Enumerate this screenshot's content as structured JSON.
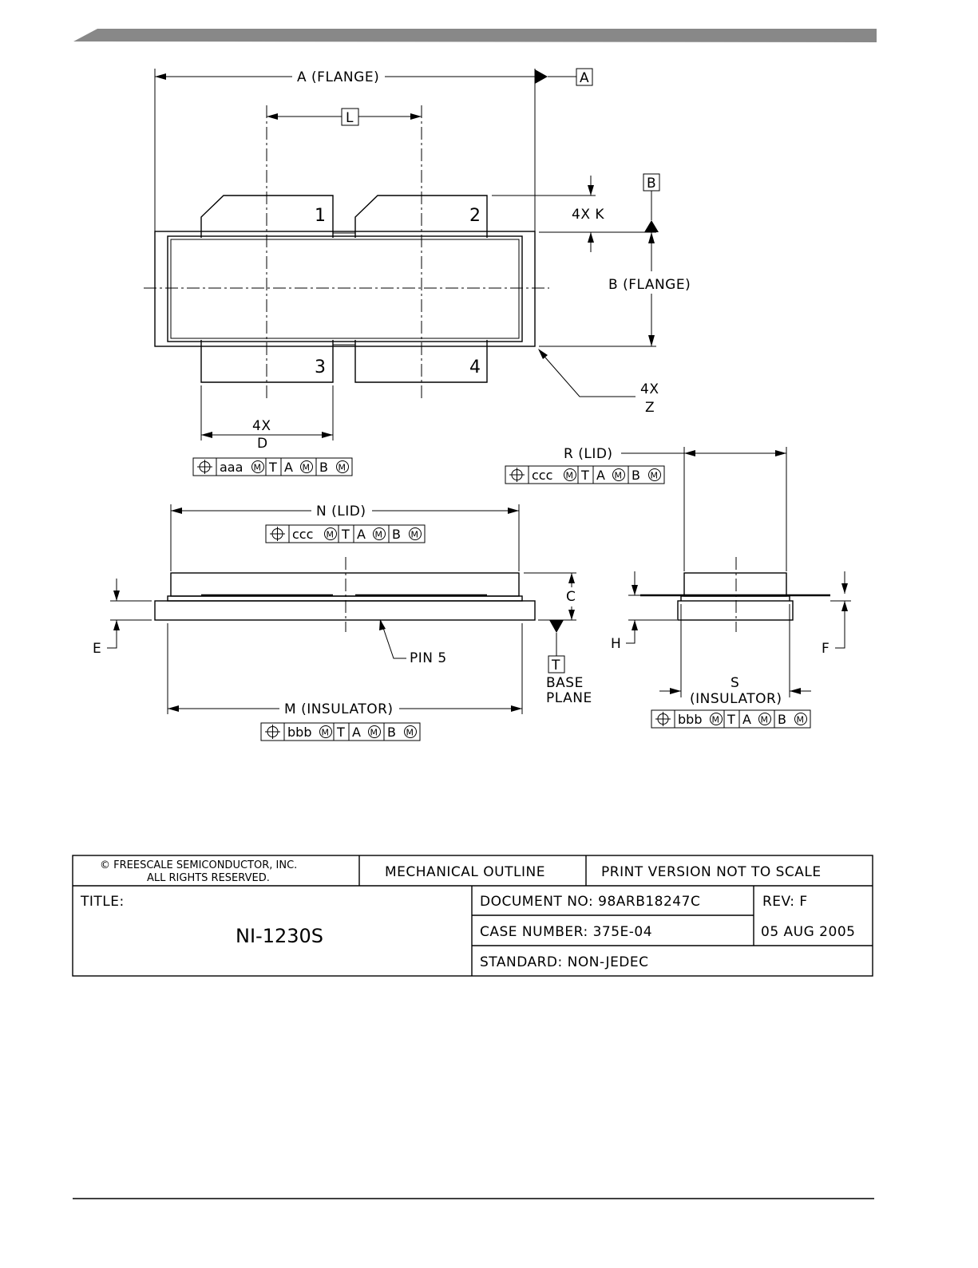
{
  "diagram": {
    "dimensions": {
      "a_flange": "A (FLANGE)",
      "l": "L",
      "b_flange": "B (FLANGE)",
      "k": "4X K",
      "z_4x": "4X",
      "z": "Z",
      "d_4x": "4X",
      "d": "D",
      "r_lid": "R (LID)",
      "n_lid": "N (LID)",
      "c": "C",
      "e": "E",
      "pin5": "PIN 5",
      "t": "T",
      "base": "BASE",
      "plane": "PLANE",
      "m_insulator": "M (INSULATOR)",
      "h": "H",
      "f": "F",
      "s": "S",
      "s_insulator": "(INSULATOR)"
    },
    "datums": {
      "a": "A",
      "b": "B"
    },
    "pins": [
      "1",
      "2",
      "3",
      "4"
    ],
    "tolerance_frames": {
      "d": {
        "tol": "aaa",
        "mod": "M",
        "ref1": "T",
        "ref2": "A",
        "ref3": "B"
      },
      "r": {
        "tol": "ccc",
        "mod": "M",
        "ref1": "T",
        "ref2": "A",
        "ref3": "B"
      },
      "n": {
        "tol": "ccc",
        "mod": "M",
        "ref1": "T",
        "ref2": "A",
        "ref3": "B"
      },
      "m": {
        "tol": "bbb",
        "mod": "M",
        "ref1": "T",
        "ref2": "A",
        "ref3": "B"
      },
      "s": {
        "tol": "bbb",
        "mod": "M",
        "ref1": "T",
        "ref2": "A",
        "ref3": "B"
      }
    }
  },
  "title_block": {
    "copyright_line1": "© FREESCALE SEMICONDUCTOR,  INC.",
    "copyright_line2": "ALL RIGHTS RESERVED.",
    "header": "MECHANICAL OUTLINE",
    "print_version": "PRINT VERSION NOT TO SCALE",
    "title_label": "TITLE:",
    "title_value": "NI-1230S",
    "document_no": "DOCUMENT NO: 98ARB18247C",
    "rev": "REV: F",
    "case_number": "CASE NUMBER: 375E-04",
    "date": "05 AUG 2005",
    "standard": "STANDARD: NON-JEDEC"
  }
}
